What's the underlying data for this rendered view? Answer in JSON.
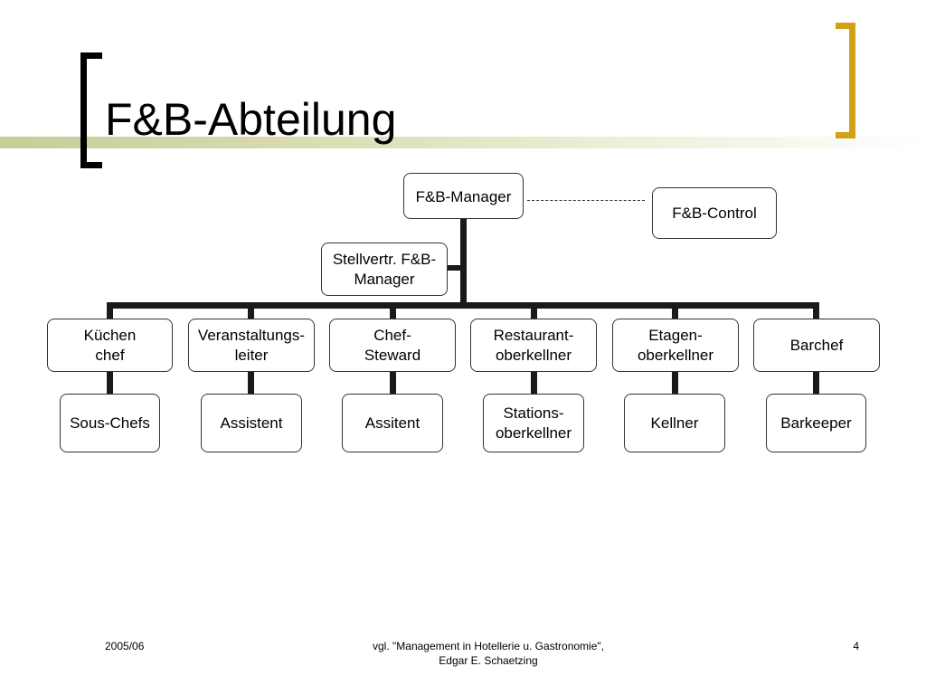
{
  "slide": {
    "title": "F&B-Abteilung"
  },
  "org": {
    "manager": "F&B-Manager",
    "control": "F&B-Control",
    "deputy": "Stellvertr. F&B-\nManager",
    "departments": [
      "Küchen\nchef",
      "Veranstaltungs-\nleiter",
      "Chef-\nSteward",
      "Restaurant-\noberkellner",
      "Etagen-\noberkellner",
      "Barchef"
    ],
    "subordinates": [
      "Sous-Chefs",
      "Assistent",
      "Assitent",
      "Stations-\noberkellner",
      "Kellner",
      "Barkeeper"
    ]
  },
  "footer": {
    "date": "2005/06",
    "source": "vgl. \"Management in Hotellerie u. Gastronomie\",\nEdgar E. Schaetzing",
    "page": "4"
  },
  "colors": {
    "bracket_left": "#000000",
    "bracket_right": "#d4a017",
    "title_band": "#c8cc98"
  }
}
